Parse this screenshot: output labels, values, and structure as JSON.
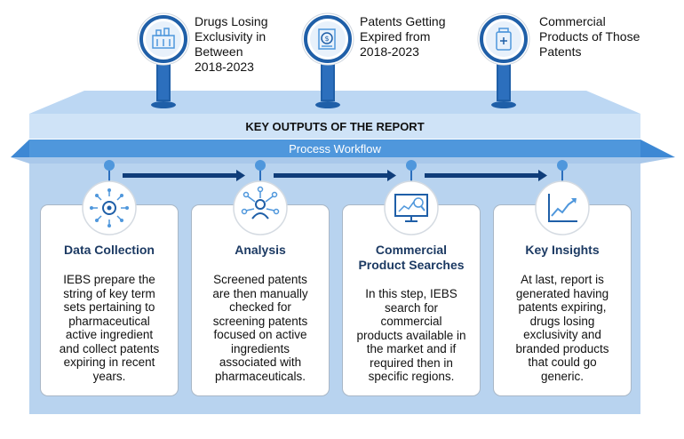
{
  "top_items": [
    {
      "icon": "factory-icon",
      "title": "Drugs Losing\nExclusivity in\nBetween\n2018-2023"
    },
    {
      "icon": "coin-document-icon",
      "title": "Patents Getting\nExpired from\n2018-2023"
    },
    {
      "icon": "medicine-bottle-icon",
      "title": "Commercial\nProducts of Those\nPatents"
    }
  ],
  "key_outputs_label": "KEY OUTPUTS OF THE REPORT",
  "process_label": "Process Workflow",
  "steps": [
    {
      "icon": "gear-network-icon",
      "title": "Data Collection",
      "text": "IEBS prepare the\nstring of key term\nsets pertaining to\npharmaceutical\nactive ingredient\nand collect patents\nexpiring in recent\nyears."
    },
    {
      "icon": "people-network-icon",
      "title": "Analysis",
      "text": "Screened patents\nare then manually\nchecked for\nscreening patents\nfocused on active\ningredients\nassociated with\npharmaceuticals."
    },
    {
      "icon": "monitor-search-icon",
      "title": "Commercial\nProduct Searches",
      "text": "In this step, IEBS\nsearch for\ncommercial\nproducts available in\nthe market and if\nrequired then in\nspecific regions."
    },
    {
      "icon": "trend-chart-icon",
      "title": "Key Insights",
      "text": "At last, report is\ngenerated having\npatents expiring,\ndrugs losing\nexclusivity and\nbranded products\nthat could go\ngeneric."
    }
  ],
  "colors": {
    "band_light": "#cfe3f7",
    "band_blue": "#4f97dc",
    "platform": "#c2dbf5",
    "back_panel": "#b8d3ef",
    "navy": "#1c3a63",
    "arrow": "#0f3d7a"
  }
}
